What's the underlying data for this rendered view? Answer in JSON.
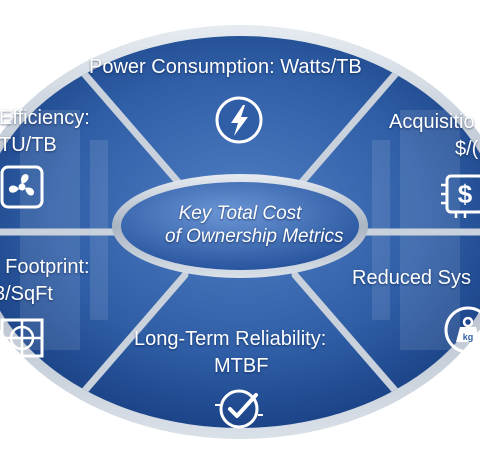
{
  "center": {
    "line1": "Key Total Cost",
    "line2": "of Ownership Metrics"
  },
  "segments": [
    {
      "id": "top",
      "lines": [
        "Power Consumption: Watts/TB"
      ],
      "icon": "lightning-icon"
    },
    {
      "id": "upper-left",
      "lines": [
        "Efficiency:",
        "TU/TB"
      ],
      "icon": "fan-icon"
    },
    {
      "id": "upper-right",
      "lines": [
        "Acquisitio",
        "$/("
      ],
      "icon": "dollar-chip-icon"
    },
    {
      "id": "lower-left",
      "lines": [
        "/ Footprint:",
        "3/SqFt"
      ],
      "icon": "floor-plan-icon"
    },
    {
      "id": "lower-right",
      "lines": [
        "Reduced Sys"
      ],
      "icon": "weight-kg-icon"
    },
    {
      "id": "bottom",
      "lines": [
        "Long-Term Reliability:",
        "MTBF"
      ],
      "icon": "checkmark-badge-icon"
    }
  ],
  "colors": {
    "panel": "#2f5ea6",
    "panel_light": "#5b87cb",
    "panel_dark": "#173d80",
    "rim": "#b9c3cf",
    "divider": "#c9d2dc",
    "text": "#ffffff"
  }
}
